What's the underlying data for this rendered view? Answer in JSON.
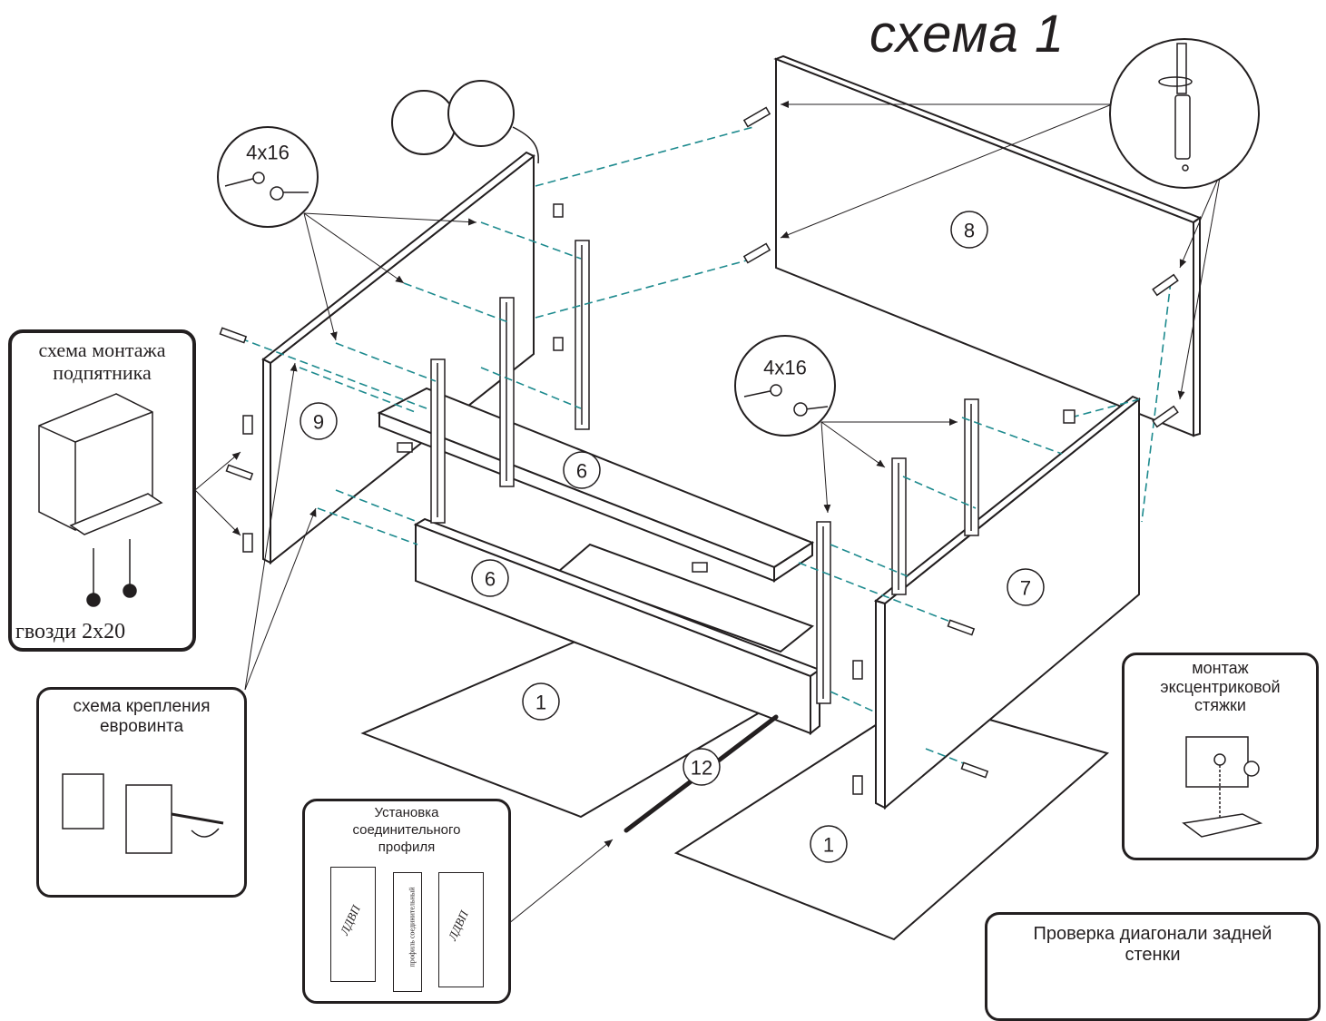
{
  "title": "схема 1",
  "part_numbers": {
    "bottom_left": "1",
    "bottom_right": "1",
    "shelf_upper": "6",
    "shelf_lower": "6",
    "side_right": "7",
    "back": "8",
    "side_left": "9",
    "profile": "12"
  },
  "screw_callouts": {
    "left": "4x16",
    "right": "4x16"
  },
  "boxes": {
    "glide_mount": {
      "title_line1": "схема монтажа",
      "title_line2": "подпятника",
      "caption": "гвозди 2x20"
    },
    "eurobolt": {
      "title_line1": "схема крепления",
      "title_line2": "евровинта"
    },
    "profile_install": {
      "title_line1": "Установка",
      "title_line2": "соединительного",
      "title_line3": "профиля",
      "panel_label_left": "ЛДВП",
      "panel_label_right": "ЛДВП",
      "profile_label_1": "профиль",
      "profile_label_2": "соединительный"
    },
    "cam_lock": {
      "title_line1": "монтаж",
      "title_line2": "эксцентриковой",
      "title_line3": "стяжки"
    },
    "diagonal_check": {
      "title_line1": "Проверка диагонали задней",
      "title_line2": "стенки"
    }
  },
  "colors": {
    "line": "#231f20",
    "dashed_guides": "#1d8a8e",
    "panel_fill": "#ffffff"
  }
}
